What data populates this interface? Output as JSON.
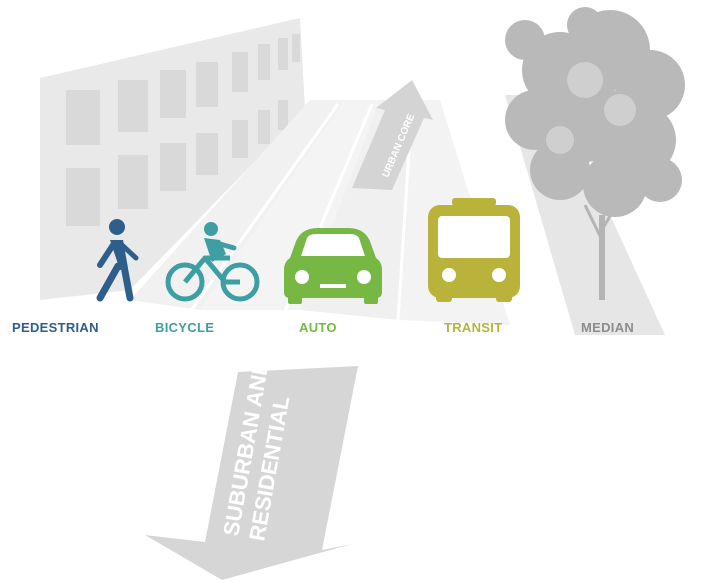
{
  "modes": [
    {
      "key": "pedestrian",
      "label": "PEDESTRIAN",
      "color": "#2e5f8c",
      "icon": "pedestrian-icon"
    },
    {
      "key": "bicycle",
      "label": "BICYCLE",
      "color": "#3d9ea3",
      "icon": "bicycle-icon"
    },
    {
      "key": "auto",
      "label": "AUTO",
      "color": "#76b843",
      "icon": "car-icon"
    },
    {
      "key": "transit",
      "label": "TRANSIT",
      "color": "#b9b33c",
      "icon": "bus-icon"
    },
    {
      "key": "median",
      "label": "MEDIAN",
      "color": "#8c8c8c",
      "icon": "tree-icon"
    }
  ],
  "arrows": {
    "urban_core": "URBAN CORE",
    "suburban_line1": "SUBURBAN AND",
    "suburban_line2": "RESIDENTIAL"
  },
  "colors": {
    "road_light": "#efefef",
    "road_mid": "#e4e4e4",
    "building": "#e8e8e8",
    "window": "#d7d7d7",
    "tree": "#b8b8b8",
    "arrow": "#d6d6d6"
  }
}
